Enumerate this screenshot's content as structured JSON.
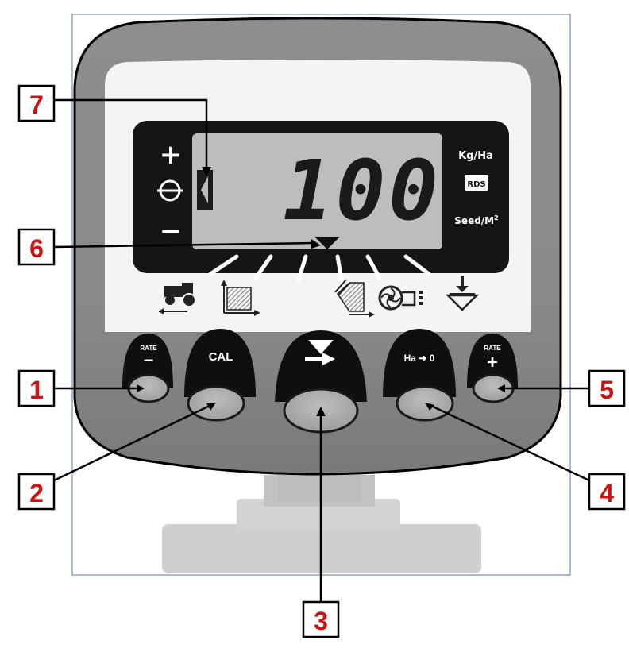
{
  "display": {
    "reading": "100",
    "unit_top": "Kg/Ha",
    "unit_bottom": "Seed/M",
    "unit_bottom_sup": "2",
    "brand": "RDS",
    "plus": "+",
    "minus": "−"
  },
  "buttons": {
    "rate_minus": {
      "small": "RATE",
      "big": "−"
    },
    "cal": {
      "label": "CAL"
    },
    "ha_reset": {
      "label": "Ha ➜ 0"
    },
    "rate_plus": {
      "small": "RATE",
      "big": "+"
    }
  },
  "callouts": [
    "1",
    "2",
    "3",
    "4",
    "5",
    "6",
    "7"
  ],
  "colors": {
    "callout_text": "#cc1111",
    "bezel": "#8c8c8c",
    "lcd": "#bdbdbd",
    "lcd_frame": "#151515"
  }
}
